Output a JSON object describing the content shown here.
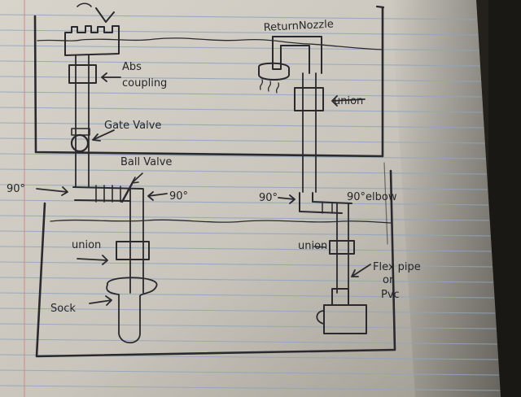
{
  "labels": {
    "return_nozzle": "ReturnNozzle",
    "abs_coupling_1": "Abs",
    "abs_coupling_2": "coupling",
    "gate_valve": "Gate Valve",
    "ball_valve": "Ball Valve",
    "angle_90_left": "90°",
    "angle_90_right_of_ball": "90°",
    "union_top_right": "union",
    "angle_90_lower_right": "90°",
    "elbow": "90°elbow",
    "union_left": "union",
    "union_right": "union",
    "sock": "Sock",
    "flex_pipe_1": "Flex pipe",
    "flex_pipe_2": "or",
    "flex_pipe_3": "Pvc"
  },
  "colors": {
    "paper": "#cfcbc2",
    "paper_shadow": "#8f8b82",
    "rule_line": "#8fa6bf",
    "margin_line": "#c98a8a",
    "ink": "#2a2a2e",
    "background": "#3a352d"
  }
}
